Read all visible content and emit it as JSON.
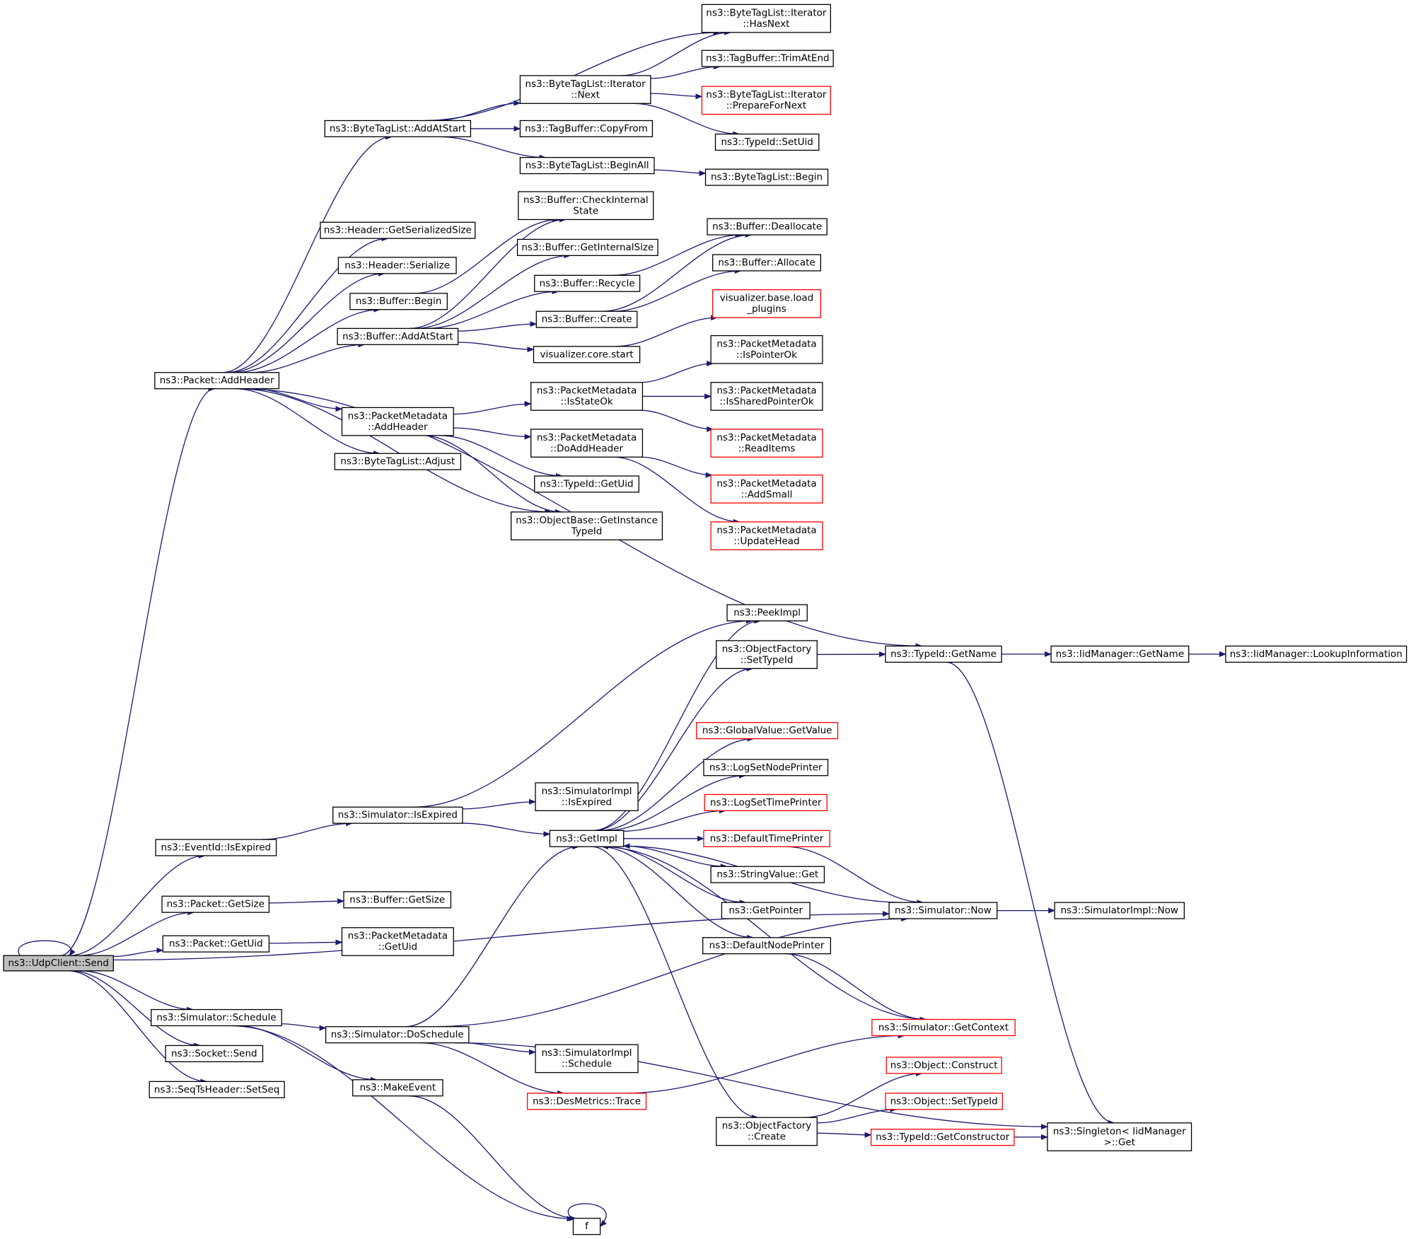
{
  "colors": {
    "edge": "#191970",
    "node_border_normal": "#000000",
    "node_border_truncated": "#ff0000",
    "node_fill_root": "#bfbfbf",
    "node_fill": "#ffffff"
  },
  "nodes": [
    {
      "id": "udpclient_send",
      "lines": [
        "ns3::UdpClient::Send"
      ],
      "style": "root"
    },
    {
      "id": "packet_addheader",
      "lines": [
        "ns3::Packet::AddHeader"
      ],
      "style": "normal"
    },
    {
      "id": "bytetaglist_addatstart",
      "lines": [
        "ns3::ByteTagList::AddAtStart"
      ],
      "style": "normal"
    },
    {
      "id": "iterator_hasnext",
      "lines": [
        "ns3::ByteTagList::Iterator",
        "::HasNext"
      ],
      "style": "normal"
    },
    {
      "id": "iterator_next",
      "lines": [
        "ns3::ByteTagList::Iterator",
        "::Next"
      ],
      "style": "normal"
    },
    {
      "id": "tagbuffer_trimatend",
      "lines": [
        "ns3::TagBuffer::TrimAtEnd"
      ],
      "style": "normal"
    },
    {
      "id": "iterator_prepare",
      "lines": [
        "ns3::ByteTagList::Iterator",
        "::PrepareForNext"
      ],
      "style": "truncated"
    },
    {
      "id": "tagbuffer_copyfrom",
      "lines": [
        "ns3::TagBuffer::CopyFrom"
      ],
      "style": "normal"
    },
    {
      "id": "typeid_setuid",
      "lines": [
        "ns3::TypeId::SetUid"
      ],
      "style": "normal"
    },
    {
      "id": "bytetaglist_beginall",
      "lines": [
        "ns3::ByteTagList::BeginAll"
      ],
      "style": "normal"
    },
    {
      "id": "bytetaglist_begin",
      "lines": [
        "ns3::ByteTagList::Begin"
      ],
      "style": "normal"
    },
    {
      "id": "buffer_checkinternal",
      "lines": [
        "ns3::Buffer::CheckInternal",
        "State"
      ],
      "style": "normal"
    },
    {
      "id": "header_getserializedsize",
      "lines": [
        "ns3::Header::GetSerializedSize"
      ],
      "style": "normal"
    },
    {
      "id": "buffer_deallocate",
      "lines": [
        "ns3::Buffer::Deallocate"
      ],
      "style": "normal"
    },
    {
      "id": "buffer_getinternalsize",
      "lines": [
        "ns3::Buffer::GetInternalSize"
      ],
      "style": "normal"
    },
    {
      "id": "header_serialize",
      "lines": [
        "ns3::Header::Serialize"
      ],
      "style": "normal"
    },
    {
      "id": "buffer_allocate",
      "lines": [
        "ns3::Buffer::Allocate"
      ],
      "style": "normal"
    },
    {
      "id": "buffer_recycle",
      "lines": [
        "ns3::Buffer::Recycle"
      ],
      "style": "normal"
    },
    {
      "id": "buffer_begin",
      "lines": [
        "ns3::Buffer::Begin"
      ],
      "style": "normal"
    },
    {
      "id": "visualizer_load_plugins",
      "lines": [
        "visualizer.base.load",
        "_plugins"
      ],
      "style": "truncated"
    },
    {
      "id": "buffer_create",
      "lines": [
        "ns3::Buffer::Create"
      ],
      "style": "normal"
    },
    {
      "id": "buffer_addatstart",
      "lines": [
        "ns3::Buffer::AddAtStart"
      ],
      "style": "normal"
    },
    {
      "id": "visualizer_core_start",
      "lines": [
        "visualizer.core.start"
      ],
      "style": "normal"
    },
    {
      "id": "packetmetadata_ispointerok",
      "lines": [
        "ns3::PacketMetadata",
        "::IsPointerOk"
      ],
      "style": "normal"
    },
    {
      "id": "packetmetadata_isstateok",
      "lines": [
        "ns3::PacketMetadata",
        "::IsStateOk"
      ],
      "style": "normal"
    },
    {
      "id": "packetmetadata_issharedpointerok",
      "lines": [
        "ns3::PacketMetadata",
        "::IsSharedPointerOk"
      ],
      "style": "normal"
    },
    {
      "id": "packetmetadata_addheader",
      "lines": [
        "ns3::PacketMetadata",
        "::AddHeader"
      ],
      "style": "normal"
    },
    {
      "id": "packetmetadata_doaddheader",
      "lines": [
        "ns3::PacketMetadata",
        "::DoAddHeader"
      ],
      "style": "normal"
    },
    {
      "id": "packetmetadata_readitems",
      "lines": [
        "ns3::PacketMetadata",
        "::ReadItems"
      ],
      "style": "truncated"
    },
    {
      "id": "bytetaglist_adjust",
      "lines": [
        "ns3::ByteTagList::Adjust"
      ],
      "style": "normal"
    },
    {
      "id": "typeid_getuid",
      "lines": [
        "ns3::TypeId::GetUid"
      ],
      "style": "normal"
    },
    {
      "id": "packetmetadata_addsmall",
      "lines": [
        "ns3::PacketMetadata",
        "::AddSmall"
      ],
      "style": "truncated"
    },
    {
      "id": "objectbase_getinstancetypeid",
      "lines": [
        "ns3::ObjectBase::GetInstance",
        "TypeId"
      ],
      "style": "normal"
    },
    {
      "id": "packetmetadata_updatehead",
      "lines": [
        "ns3::PacketMetadata",
        "::UpdateHead"
      ],
      "style": "truncated"
    },
    {
      "id": "peekimpl",
      "lines": [
        "ns3::PeekImpl"
      ],
      "style": "normal"
    },
    {
      "id": "objectfactory_settypeid",
      "lines": [
        "ns3::ObjectFactory",
        "::SetTypeId"
      ],
      "style": "normal"
    },
    {
      "id": "typeid_getname",
      "lines": [
        "ns3::TypeId::GetName"
      ],
      "style": "normal"
    },
    {
      "id": "iidmanager_getname",
      "lines": [
        "ns3::IidManager::GetName"
      ],
      "style": "normal"
    },
    {
      "id": "iidmanager_lookupinformation",
      "lines": [
        "ns3::IidManager::LookupInformation"
      ],
      "style": "normal"
    },
    {
      "id": "globalvalue_getvalue",
      "lines": [
        "ns3::GlobalValue::GetValue"
      ],
      "style": "truncated"
    },
    {
      "id": "logsetnodeprinter",
      "lines": [
        "ns3::LogSetNodePrinter"
      ],
      "style": "normal"
    },
    {
      "id": "simulatorimpl_isexpired",
      "lines": [
        "ns3::SimulatorImpl",
        "::IsExpired"
      ],
      "style": "normal"
    },
    {
      "id": "logsettimeprinter",
      "lines": [
        "ns3::LogSetTimePrinter"
      ],
      "style": "truncated"
    },
    {
      "id": "simulator_isexpired",
      "lines": [
        "ns3::Simulator::IsExpired"
      ],
      "style": "normal"
    },
    {
      "id": "getimpl",
      "lines": [
        "ns3::GetImpl"
      ],
      "style": "normal"
    },
    {
      "id": "defaulttimeprinter",
      "lines": [
        "ns3::DefaultTimePrinter"
      ],
      "style": "truncated"
    },
    {
      "id": "eventid_isexpired",
      "lines": [
        "ns3::EventId::IsExpired"
      ],
      "style": "normal"
    },
    {
      "id": "stringvalue_get",
      "lines": [
        "ns3::StringValue::Get"
      ],
      "style": "normal"
    },
    {
      "id": "packet_getsize",
      "lines": [
        "ns3::Packet::GetSize"
      ],
      "style": "normal"
    },
    {
      "id": "buffer_getsize",
      "lines": [
        "ns3::Buffer::GetSize"
      ],
      "style": "normal"
    },
    {
      "id": "getpointer",
      "lines": [
        "ns3::GetPointer"
      ],
      "style": "normal"
    },
    {
      "id": "simulator_now",
      "lines": [
        "ns3::Simulator::Now"
      ],
      "style": "normal"
    },
    {
      "id": "simulatorimpl_now",
      "lines": [
        "ns3::SimulatorImpl::Now"
      ],
      "style": "normal"
    },
    {
      "id": "packet_getuid",
      "lines": [
        "ns3::Packet::GetUid"
      ],
      "style": "normal"
    },
    {
      "id": "packetmetadata_getuid",
      "lines": [
        "ns3::PacketMetadata",
        "::GetUid"
      ],
      "style": "normal"
    },
    {
      "id": "defaultnodeprinter",
      "lines": [
        "ns3::DefaultNodePrinter"
      ],
      "style": "normal"
    },
    {
      "id": "simulator_schedule",
      "lines": [
        "ns3::Simulator::Schedule"
      ],
      "style": "normal"
    },
    {
      "id": "simulator_getcontext",
      "lines": [
        "ns3::Simulator::GetContext"
      ],
      "style": "truncated"
    },
    {
      "id": "simulator_doschedule",
      "lines": [
        "ns3::Simulator::DoSchedule"
      ],
      "style": "normal"
    },
    {
      "id": "socket_send",
      "lines": [
        "ns3::Socket::Send"
      ],
      "style": "normal"
    },
    {
      "id": "simulatorimpl_schedule",
      "lines": [
        "ns3::SimulatorImpl",
        "::Schedule"
      ],
      "style": "normal"
    },
    {
      "id": "object_construct",
      "lines": [
        "ns3::Object::Construct"
      ],
      "style": "truncated"
    },
    {
      "id": "makeevent",
      "lines": [
        "ns3::MakeEvent"
      ],
      "style": "normal"
    },
    {
      "id": "seqtsheader_setseq",
      "lines": [
        "ns3::SeqTsHeader::SetSeq"
      ],
      "style": "normal"
    },
    {
      "id": "desmetrics_trace",
      "lines": [
        "ns3::DesMetrics::Trace"
      ],
      "style": "truncated"
    },
    {
      "id": "object_settypeid",
      "lines": [
        "ns3::Object::SetTypeId"
      ],
      "style": "truncated"
    },
    {
      "id": "objectfactory_create",
      "lines": [
        "ns3::ObjectFactory",
        "::Create"
      ],
      "style": "normal"
    },
    {
      "id": "typeid_getconstructor",
      "lines": [
        "ns3::TypeId::GetConstructor"
      ],
      "style": "truncated"
    },
    {
      "id": "singleton_iidmanager_get",
      "lines": [
        "ns3::Singleton< IidManager",
        ">::Get"
      ],
      "style": "normal"
    },
    {
      "id": "f",
      "lines": [
        "f"
      ],
      "style": "normal"
    }
  ],
  "edges": [
    {
      "from": "udpclient_send",
      "to": "udpclient_send"
    },
    {
      "from": "udpclient_send",
      "to": "packet_addheader"
    },
    {
      "from": "udpclient_send",
      "to": "eventid_isexpired"
    },
    {
      "from": "udpclient_send",
      "to": "packet_getsize"
    },
    {
      "from": "udpclient_send",
      "to": "packet_getuid"
    },
    {
      "from": "udpclient_send",
      "to": "simulator_now"
    },
    {
      "from": "udpclient_send",
      "to": "simulator_schedule"
    },
    {
      "from": "udpclient_send",
      "to": "socket_send"
    },
    {
      "from": "udpclient_send",
      "to": "seqtsheader_setseq"
    },
    {
      "from": "packet_addheader",
      "to": "bytetaglist_addatstart"
    },
    {
      "from": "packet_addheader",
      "to": "header_getserializedsize"
    },
    {
      "from": "packet_addheader",
      "to": "header_serialize"
    },
    {
      "from": "packet_addheader",
      "to": "buffer_begin"
    },
    {
      "from": "packet_addheader",
      "to": "buffer_addatstart"
    },
    {
      "from": "packet_addheader",
      "to": "packetmetadata_addheader"
    },
    {
      "from": "packet_addheader",
      "to": "bytetaglist_adjust"
    },
    {
      "from": "packet_addheader",
      "to": "objectbase_getinstancetypeid"
    },
    {
      "from": "packet_addheader",
      "to": "typeid_getname"
    },
    {
      "from": "bytetaglist_addatstart",
      "to": "iterator_hasnext"
    },
    {
      "from": "bytetaglist_addatstart",
      "to": "iterator_next"
    },
    {
      "from": "bytetaglist_addatstart",
      "to": "tagbuffer_copyfrom"
    },
    {
      "from": "bytetaglist_addatstart",
      "to": "bytetaglist_beginall"
    },
    {
      "from": "iterator_next",
      "to": "iterator_hasnext"
    },
    {
      "from": "iterator_next",
      "to": "tagbuffer_trimatend"
    },
    {
      "from": "iterator_next",
      "to": "iterator_prepare"
    },
    {
      "from": "iterator_next",
      "to": "typeid_setuid"
    },
    {
      "from": "bytetaglist_beginall",
      "to": "bytetaglist_begin"
    },
    {
      "from": "buffer_begin",
      "to": "buffer_checkinternal"
    },
    {
      "from": "buffer_addatstart",
      "to": "buffer_checkinternal"
    },
    {
      "from": "buffer_addatstart",
      "to": "buffer_getinternalsize"
    },
    {
      "from": "buffer_addatstart",
      "to": "buffer_recycle"
    },
    {
      "from": "buffer_addatstart",
      "to": "buffer_create"
    },
    {
      "from": "buffer_addatstart",
      "to": "visualizer_core_start"
    },
    {
      "from": "buffer_recycle",
      "to": "buffer_deallocate"
    },
    {
      "from": "buffer_create",
      "to": "buffer_deallocate"
    },
    {
      "from": "buffer_create",
      "to": "buffer_allocate"
    },
    {
      "from": "visualizer_core_start",
      "to": "visualizer_load_plugins"
    },
    {
      "from": "packetmetadata_addheader",
      "to": "packetmetadata_isstateok"
    },
    {
      "from": "packetmetadata_addheader",
      "to": "packetmetadata_doaddheader"
    },
    {
      "from": "packetmetadata_addheader",
      "to": "typeid_getuid"
    },
    {
      "from": "packetmetadata_addheader",
      "to": "objectbase_getinstancetypeid"
    },
    {
      "from": "packetmetadata_isstateok",
      "to": "packetmetadata_ispointerok"
    },
    {
      "from": "packetmetadata_isstateok",
      "to": "packetmetadata_issharedpointerok"
    },
    {
      "from": "packetmetadata_isstateok",
      "to": "packetmetadata_readitems"
    },
    {
      "from": "packetmetadata_doaddheader",
      "to": "packetmetadata_addsmall"
    },
    {
      "from": "packetmetadata_doaddheader",
      "to": "packetmetadata_updatehead"
    },
    {
      "from": "eventid_isexpired",
      "to": "simulator_isexpired"
    },
    {
      "from": "simulator_isexpired",
      "to": "peekimpl"
    },
    {
      "from": "simulator_isexpired",
      "to": "simulatorimpl_isexpired"
    },
    {
      "from": "simulator_isexpired",
      "to": "getimpl"
    },
    {
      "from": "getimpl",
      "to": "peekimpl"
    },
    {
      "from": "getimpl",
      "to": "objectfactory_settypeid"
    },
    {
      "from": "getimpl",
      "to": "globalvalue_getvalue"
    },
    {
      "from": "getimpl",
      "to": "logsetnodeprinter"
    },
    {
      "from": "getimpl",
      "to": "logsettimeprinter"
    },
    {
      "from": "getimpl",
      "to": "defaulttimeprinter"
    },
    {
      "from": "getimpl",
      "to": "stringvalue_get"
    },
    {
      "from": "getimpl",
      "to": "getpointer"
    },
    {
      "from": "getimpl",
      "to": "defaultnodeprinter"
    },
    {
      "from": "getimpl",
      "to": "objectfactory_create"
    },
    {
      "from": "objectfactory_settypeid",
      "to": "typeid_getname"
    },
    {
      "from": "typeid_getname",
      "to": "iidmanager_getname"
    },
    {
      "from": "typeid_getname",
      "to": "singleton_iidmanager_get"
    },
    {
      "from": "iidmanager_getname",
      "to": "iidmanager_lookupinformation"
    },
    {
      "from": "simulator_now",
      "to": "getimpl"
    },
    {
      "from": "simulator_now",
      "to": "simulatorimpl_now"
    },
    {
      "from": "defaulttimeprinter",
      "to": "simulator_now"
    },
    {
      "from": "defaultnodeprinter",
      "to": "simulator_getcontext"
    },
    {
      "from": "simulator_getcontext",
      "to": "getimpl"
    },
    {
      "from": "packet_getsize",
      "to": "buffer_getsize"
    },
    {
      "from": "packet_getuid",
      "to": "packetmetadata_getuid"
    },
    {
      "from": "simulator_schedule",
      "to": "simulator_doschedule"
    },
    {
      "from": "simulator_schedule",
      "to": "makeevent"
    },
    {
      "from": "simulator_schedule",
      "to": "f"
    },
    {
      "from": "simulator_doschedule",
      "to": "getimpl"
    },
    {
      "from": "simulator_doschedule",
      "to": "simulator_now"
    },
    {
      "from": "simulator_doschedule",
      "to": "simulatorimpl_schedule"
    },
    {
      "from": "simulator_doschedule",
      "to": "desmetrics_trace"
    },
    {
      "from": "simulator_doschedule",
      "to": "singleton_iidmanager_get"
    },
    {
      "from": "desmetrics_trace",
      "to": "simulator_getcontext"
    },
    {
      "from": "makeevent",
      "to": "f"
    },
    {
      "from": "f",
      "to": "f"
    },
    {
      "from": "objectfactory_create",
      "to": "object_construct"
    },
    {
      "from": "objectfactory_create",
      "to": "object_settypeid"
    },
    {
      "from": "objectfactory_create",
      "to": "typeid_getconstructor"
    },
    {
      "from": "typeid_getconstructor",
      "to": "singleton_iidmanager_get"
    }
  ]
}
